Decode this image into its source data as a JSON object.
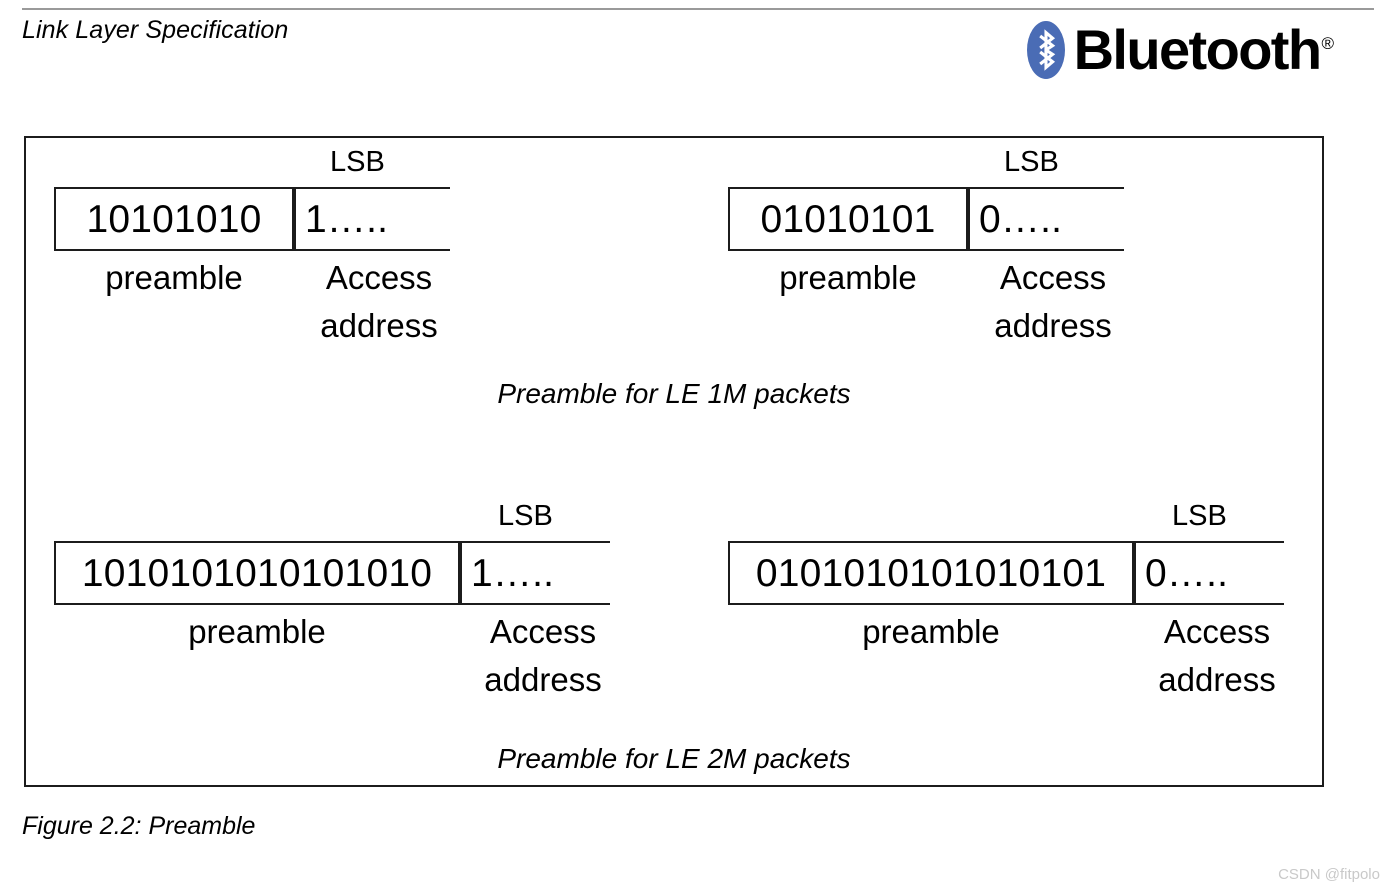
{
  "page": {
    "header_title": "Link Layer Specification",
    "figure_label": "Figure 2.2:  Preamble",
    "watermark": "CSDN @fitpolo"
  },
  "brand": {
    "name": "Bluetooth",
    "registered_mark": "®",
    "logo_color": "#4a6cb5",
    "wordmark_color": "#111111",
    "icon": "bluetooth-rune-icon"
  },
  "figure": {
    "border_color": "#1c1c1c",
    "groups": [
      {
        "id": "le-1m",
        "caption": "Preamble for LE 1M packets",
        "diagrams": [
          {
            "id": "le-1m-a",
            "lsb_label": "LSB",
            "preamble_bits": "10101010",
            "preamble_caption": "preamble",
            "access_bits": "1…..",
            "access_caption_line1": "Access",
            "access_caption_line2": "address"
          },
          {
            "id": "le-1m-b",
            "lsb_label": "LSB",
            "preamble_bits": "01010101",
            "preamble_caption": "preamble",
            "access_bits": "0…..",
            "access_caption_line1": "Access",
            "access_caption_line2": "address"
          }
        ]
      },
      {
        "id": "le-2m",
        "caption": "Preamble for LE 2M packets",
        "diagrams": [
          {
            "id": "le-2m-a",
            "lsb_label": "LSB",
            "preamble_bits": "1010101010101010",
            "preamble_caption": "preamble",
            "access_bits": "1…..",
            "access_caption_line1": "Access",
            "access_caption_line2": "address"
          },
          {
            "id": "le-2m-b",
            "lsb_label": "LSB",
            "preamble_bits": "0101010101010101",
            "preamble_caption": "preamble",
            "access_bits": "0…..",
            "access_caption_line1": "Access",
            "access_caption_line2": "address"
          }
        ]
      }
    ]
  }
}
